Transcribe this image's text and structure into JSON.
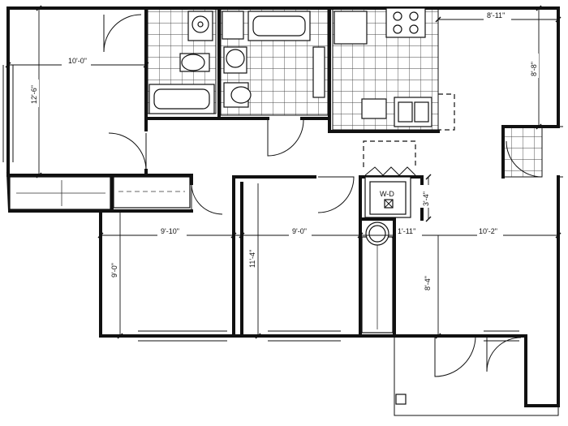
{
  "dimensions": {
    "bedroom1_width": "10'-0\"",
    "bedroom1_depth": "12'-6\"",
    "kitchen_width": "8'-11\"",
    "kitchen_depth": "8'-8\"",
    "bedroom2_width": "9'-10\"",
    "bedroom2_depth": "9'-0\"",
    "bedroom3_width": "9'-0\"",
    "bedroom3_depth": "11'-4\"",
    "laundry_depth": "3'-4\"",
    "hall_width": "1'-11\"",
    "living_width": "10'-2\"",
    "living_depth": "8'-4\""
  },
  "labels": {
    "washer_dryer": "W-D"
  }
}
